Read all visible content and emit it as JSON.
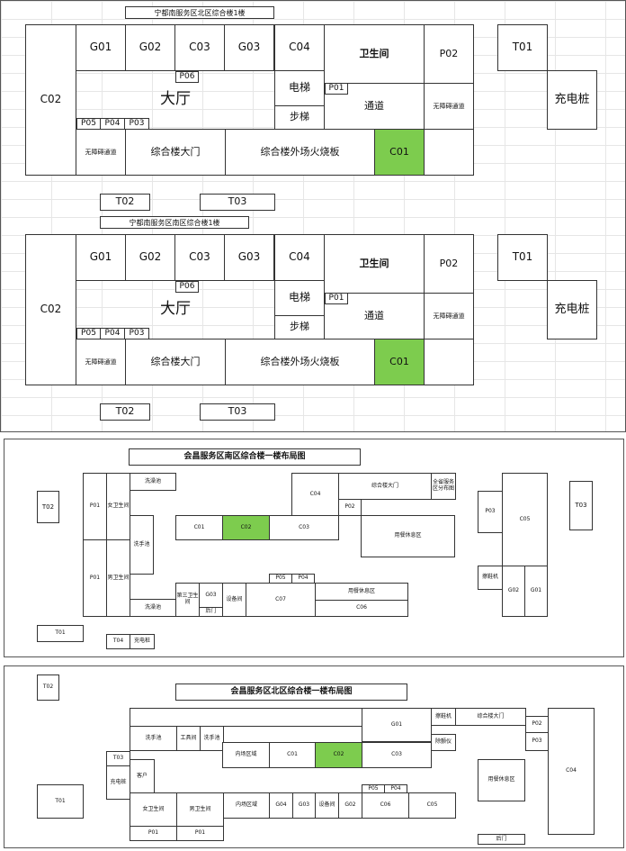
{
  "plan1": {
    "title": "宁都南服务区北区综合楼1楼",
    "c02": "C02",
    "g01": "G01",
    "g02": "G02",
    "c03": "C03",
    "g03": "G03",
    "c04": "C04",
    "toilet": "卫生间",
    "p02": "P02",
    "t01": "T01",
    "charging": "充电桩",
    "p06": "P06",
    "hall": "大厅",
    "elevator": "电梯",
    "stairs": "步梯",
    "p01": "P01",
    "corridor": "通道",
    "accessible_right": "无障碍通道",
    "p05": "P05",
    "p04": "P04",
    "p03": "P03",
    "accessible_left": "无障碍通道",
    "main_gate": "综合楼大门",
    "fire_board": "综合楼外场火烧板",
    "c01": "C01",
    "t02": "T02",
    "t03": "T03"
  },
  "plan2": {
    "title": "宁都南服务区南区综合楼1楼",
    "c02": "C02",
    "g01": "G01",
    "g02": "G02",
    "c03": "C03",
    "g03": "G03",
    "c04": "C04",
    "toilet": "卫生间",
    "p02": "P02",
    "t01": "T01",
    "charging": "充电桩",
    "p06": "P06",
    "hall": "大厅",
    "elevator": "电梯",
    "stairs": "步梯",
    "p01": "P01",
    "corridor": "通道",
    "accessible_right": "无障碍通道",
    "p05": "P05",
    "p04": "P04",
    "p03": "P03",
    "accessible_left": "无障碍通道",
    "main_gate": "综合楼大门",
    "fire_board": "综合楼外场火烧板",
    "c01": "C01",
    "t02": "T02",
    "t03": "T03"
  },
  "plan3": {
    "title": "会昌服务区南区综合楼一楼布局图",
    "t02": "T02",
    "t03": "T03",
    "p01_top": "P01",
    "p01_bottom": "P01",
    "wc_female": "女卫生间",
    "wc_male": "男卫生间",
    "mop_top": "洗澡池",
    "mop_bottom": "洗澡池",
    "sink": "洗手池",
    "c04": "C04",
    "main_gate": "综合楼大门",
    "service_map": "全省服务区分布图",
    "c01": "C01",
    "c02": "C02",
    "c03": "C03",
    "p02": "P02",
    "dining_top": "用餐休息区",
    "p03": "P03",
    "c05": "C05",
    "shoe_machine": "擦鞋机",
    "g02": "G02",
    "g01": "G01",
    "p05": "P05",
    "p04": "P04",
    "third_toilet": "第三卫生间",
    "g03": "G03",
    "back_door": "后门",
    "equipment": "设备间",
    "c07": "C07",
    "dining_bottom": "用餐休息区",
    "c06": "C06",
    "t01": "T01",
    "t04": "T04",
    "charging": "充电桩"
  },
  "plan4": {
    "title": "会昌服务区北区综合楼一楼布局图",
    "t02": "T02",
    "t01": "T01",
    "sink_left": "洗手池",
    "tool_room": "工具间",
    "sink_right": "洗手池",
    "g01": "G01",
    "shoe_machine": "擦鞋机",
    "main_gate": "综合楼大门",
    "p02": "P02",
    "p03": "P03",
    "disinfector": "除颤仪",
    "c04": "C04",
    "t03": "T03",
    "charging": "充电桩",
    "kitchen": "客户",
    "inner_area_top": "内场区域",
    "c01": "C01",
    "c02": "C02",
    "c03": "C03",
    "dining": "用餐休息区",
    "p05": "P05",
    "p04": "P04",
    "wc_female": "女卫生间",
    "wc_male": "男卫生间",
    "inner_area_bottom": "内场区域",
    "g04": "G04",
    "g03": "G03",
    "equipment": "设备间",
    "g02": "G02",
    "c06": "C06",
    "c05": "C05",
    "p01_left": "P01",
    "p01_right": "P01",
    "back_door": "后门"
  },
  "colors": {
    "highlight": "#7dcc4e",
    "border": "#333333",
    "grid": "#e6e6e6"
  }
}
